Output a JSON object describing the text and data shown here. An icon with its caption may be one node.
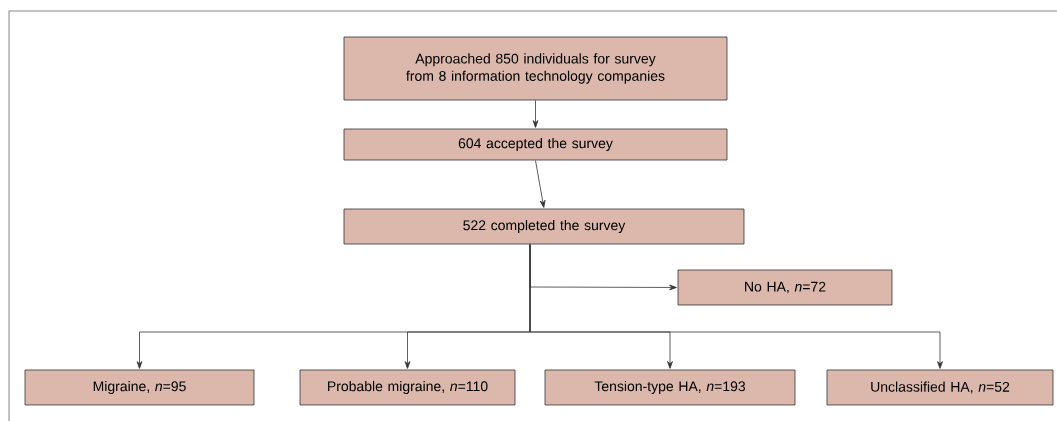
{
  "diagram": {
    "nodes": [
      {
        "text": [
          "Approached 850 individuals for survey from 8 information technology companies"
        ]
      },
      {
        "text": [
          "604 accepted the survey"
        ]
      },
      {
        "text": [
          "522 completed the survey"
        ]
      },
      {
        "text": [
          "No HA, *n*=72"
        ]
      },
      {
        "text": [
          "Migraine, *n*=95"
        ]
      },
      {
        "text": [
          "Probable migraine, *n*=110"
        ]
      },
      {
        "text": [
          "Tension-type HA, *n*=193"
        ]
      },
      {
        "text": [
          "Unclassified HA, *n*=52"
        ]
      }
    ],
    "edges": [
      {
        "from": 0,
        "to": 1,
        "arrow": "to"
      },
      {
        "from": 1,
        "to": 2,
        "arrow": "to"
      },
      {
        "from": 2,
        "to": 3,
        "arrow": "to"
      },
      {
        "from": 2,
        "to": 4,
        "arrow": "to"
      },
      {
        "from": 2,
        "to": 5,
        "arrow": "to"
      },
      {
        "from": 2,
        "to": 6,
        "arrow": "to"
      },
      {
        "from": 2,
        "to": 7,
        "arrow": "to"
      }
    ]
  }
}
